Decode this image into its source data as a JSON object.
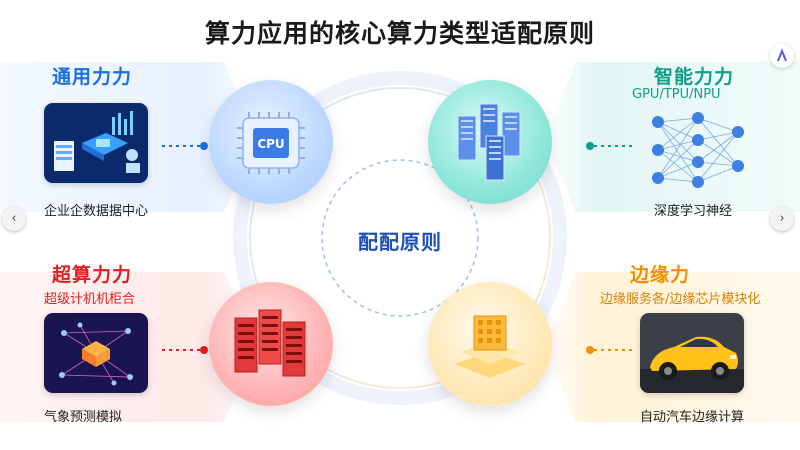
{
  "title": "算力应用的核心算力类型适配原则",
  "center_label": "配配原则",
  "categories": {
    "general": {
      "title": "通用力力",
      "caption": "企业企数据据中心",
      "color": "#1a6fe0",
      "icon": "cpu-chip-icon"
    },
    "intelligent": {
      "title": "智能力力",
      "subtitle": "GPU/TPU/NPU",
      "caption": "深度学习神经",
      "color": "#129e8a",
      "icon": "server-blades-icon"
    },
    "super": {
      "title": "超算力力",
      "subtitle": "超级计机机柜合",
      "caption": "气象预测模拟",
      "color": "#e02020",
      "icon": "server-racks-icon"
    },
    "edge": {
      "title": "边缘力",
      "subtitle": "边缘服务各/边缘芯片模块化",
      "caption": "自动汽车边缘计算",
      "color": "#f09000",
      "icon": "edge-module-icon"
    }
  },
  "nav": {
    "prev": "‹",
    "next": "›"
  },
  "cpu_chip_text": "CPU"
}
